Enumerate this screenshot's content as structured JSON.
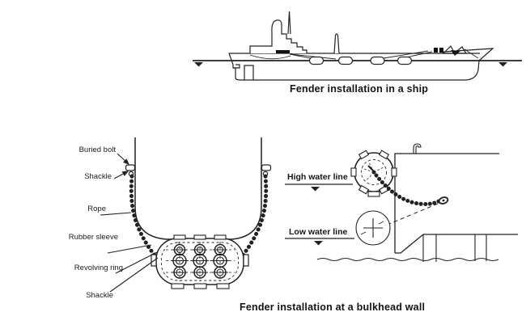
{
  "figure": {
    "ship_caption": "Fender installation in a ship",
    "bulkhead_caption": "Fender installation at a bulkhead wall"
  },
  "hull_labels": [
    {
      "text": "Buried bolt"
    },
    {
      "text": "Shackle"
    },
    {
      "text": "Rope"
    },
    {
      "text": "Rubber sleeve"
    },
    {
      "text": "Revolving ring"
    },
    {
      "text": "Shackle"
    }
  ],
  "water_labels": {
    "high": "High water line",
    "low": "Low water line"
  },
  "colors": {
    "ink": "#222222",
    "background": "#ffffff"
  }
}
